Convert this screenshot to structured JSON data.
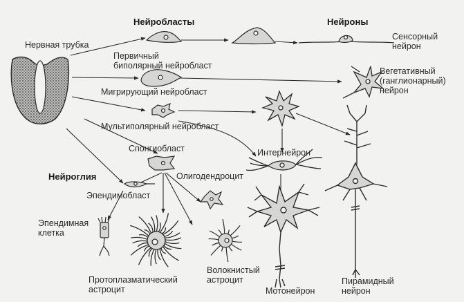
{
  "headers": {
    "neuroblasts": "Нейробласты",
    "neurons": "Нейроны",
    "neuroglia": "Нейроглия"
  },
  "labels": {
    "neural_tube": "Нервная трубка",
    "primary_bipolar_line1": "Первичный",
    "primary_bipolar_line2": "биполярный нейробласт",
    "migrating": "Мигрирующий нейробласт",
    "multipolar": "Мультиполярный нейробласт",
    "sensory_line1": "Сенсорный",
    "sensory_line2": "нейрон",
    "vegetative_line1": "Вегетативный",
    "vegetative_line2": "(ганглионарный)",
    "vegetative_line3": "нейрон",
    "spongioblast": "Спонгиобласт",
    "interneuron": "Интернейрон",
    "oligodendrocyte": "Олигодендроцит",
    "ependymoblast": "Эпендимобласт",
    "ependymal_line1": "Эпендимная",
    "ependymal_line2": "клетка",
    "protoplasmic_line1": "Протоплазматический",
    "protoplasmic_line2": "астроцит",
    "fibrous_line1": "Волокнистый",
    "fibrous_line2": "астроцит",
    "motoneuron": "Мотонейрон",
    "pyramidal_line1": "Пирамидный",
    "pyramidal_line2": "нейрон"
  },
  "colors": {
    "ink": "#2a2a2a",
    "cell_fill": "#d6d6d4",
    "background": "#f2f2f0"
  }
}
